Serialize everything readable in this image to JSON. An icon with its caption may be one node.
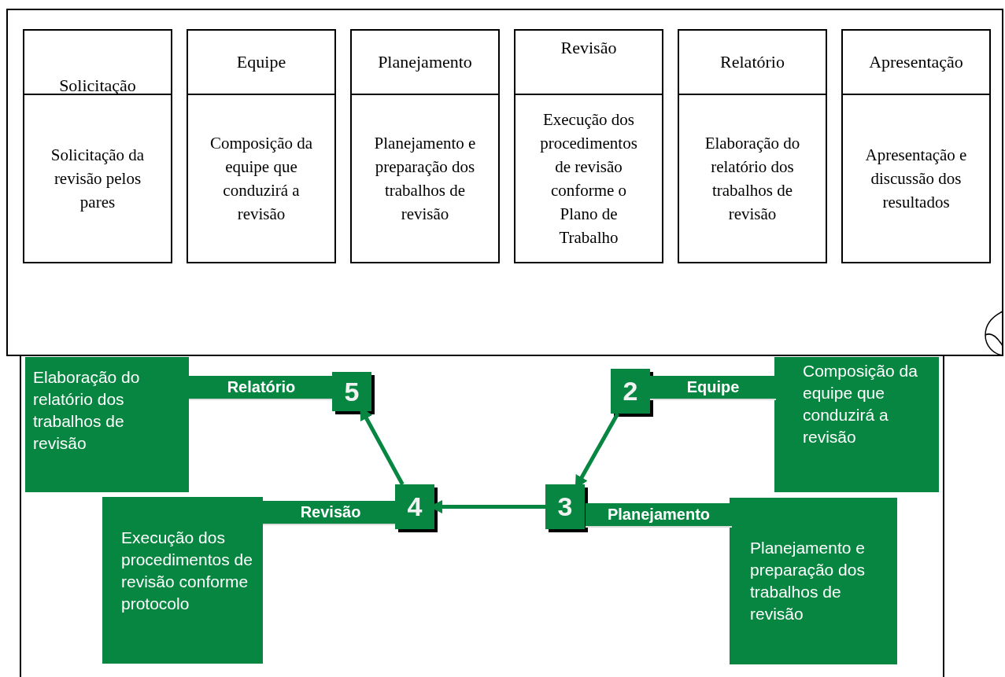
{
  "diagram": {
    "nodes": [
      {
        "text": [],
        "shape": "box"
      },
      {
        "text": [
          "Solicitação",
          "Solicitação da revisão pelos pares"
        ],
        "in": 0
      },
      {
        "text": [
          "Equipe",
          "Composição da equipe que conduzirá a revisão"
        ],
        "in": 0
      },
      {
        "text": [
          "Planejamento",
          "Planejamento e preparação dos trabalhos de revisão"
        ],
        "in": 0
      },
      {
        "text": [
          "Revisão",
          "Execução dos procedimentos de revisão conforme o Plano de Trabalho"
        ],
        "in": 0
      },
      {
        "text": [
          "Relatório",
          "Elaboração do relatório dos trabalhos de revisão"
        ],
        "in": 0
      },
      {
        "text": [
          "Apresentação",
          "Apresentação e discussão dos resultados"
        ],
        "in": 0
      },
      {
        "text": [
          "Elaboração do relatório dos trabalhos de revisão"
        ]
      },
      {
        "text": [
          "Relatório"
        ]
      },
      {
        "text": [
          "5"
        ]
      },
      {
        "text": [
          "2"
        ]
      },
      {
        "text": [
          "Equipe"
        ]
      },
      {
        "text": [
          "Composição da equipe que conduzirá a revisão"
        ]
      },
      {
        "text": [
          "Execução dos procedimentos de revisão conforme protocolo"
        ]
      },
      {
        "text": [
          "Revisão"
        ]
      },
      {
        "text": [
          "4"
        ]
      },
      {
        "text": [
          "3"
        ]
      },
      {
        "text": [
          "Planejamento"
        ]
      },
      {
        "text": [
          "Planejamento e preparação dos trabalhos de revisão"
        ]
      }
    ],
    "edges": [
      {
        "from": 10,
        "to": 16,
        "arrow": "to"
      },
      {
        "from": 16,
        "to": 15,
        "arrow": "to"
      },
      {
        "from": 15,
        "to": 9,
        "arrow": "to"
      }
    ]
  }
}
